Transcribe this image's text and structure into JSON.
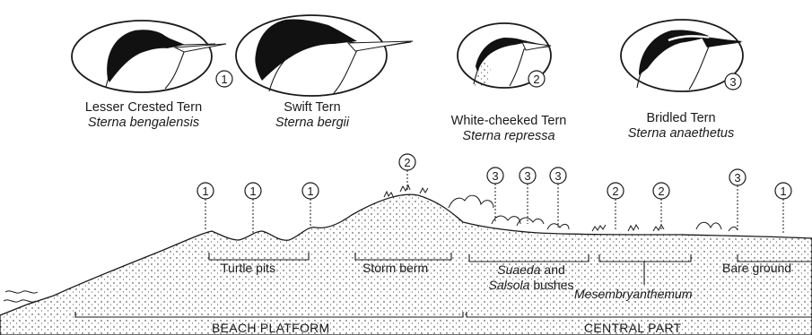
{
  "birds": [
    {
      "marker": "1",
      "common_name": "Lesser Crested Tern",
      "scientific_name": "Sterna bengalensis"
    },
    {
      "marker": "",
      "common_name": "Swift Tern",
      "scientific_name": "Sterna bergii"
    },
    {
      "marker": "2",
      "common_name": "White-cheeked Tern",
      "scientific_name": "Sterna repressa"
    },
    {
      "marker": "3",
      "common_name": "Bridled Tern",
      "scientific_name": "Sterna anaethetus"
    }
  ],
  "nest_markers": [
    "1",
    "1",
    "1",
    "2",
    "3",
    "3",
    "3",
    "2",
    "2",
    "3",
    "1"
  ],
  "zones": {
    "turtle_pits": "Turtle pits",
    "storm_berm": "Storm berm",
    "suaeda_line1_it": "Suaeda",
    "suaeda_line1_rest": " and",
    "suaeda_line2_it": "Salsola",
    "suaeda_line2_rest": " bushes",
    "mesembryanthemum": "Mesembryanthemum",
    "bare_ground": "Bare ground"
  },
  "sections": {
    "beach_platform": "BEACH PLATFORM",
    "central_part": "CENTRAL PART"
  },
  "colors": {
    "ink": "#1a1a1a",
    "background": "#ffffff"
  }
}
